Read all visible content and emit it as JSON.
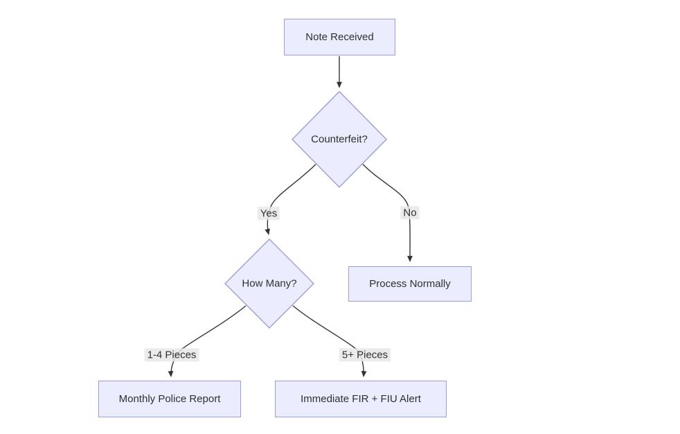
{
  "diagram": {
    "type": "flowchart",
    "direction": "top-down",
    "colors": {
      "background": "#ffffff",
      "node_fill": "#ececff",
      "node_border": "#9a9dd9",
      "edge": "#333333",
      "edge_label_bg": "#e8e8e8",
      "text": "#2f2f2f"
    },
    "nodes": [
      {
        "id": "note_received",
        "shape": "rect",
        "label": "Note Received"
      },
      {
        "id": "counterfeit",
        "shape": "diamond",
        "label": "Counterfeit?"
      },
      {
        "id": "how_many",
        "shape": "diamond",
        "label": "How Many?"
      },
      {
        "id": "process_normally",
        "shape": "rect",
        "label": "Process Normally"
      },
      {
        "id": "monthly_police_report",
        "shape": "rect",
        "label": "Monthly Police Report"
      },
      {
        "id": "immediate_fir_fiu_alert",
        "shape": "rect",
        "label": "Immediate FIR + FIU Alert"
      }
    ],
    "edges": [
      {
        "from": "note_received",
        "to": "counterfeit",
        "label": ""
      },
      {
        "from": "counterfeit",
        "to": "how_many",
        "label": "Yes"
      },
      {
        "from": "counterfeit",
        "to": "process_normally",
        "label": "No"
      },
      {
        "from": "how_many",
        "to": "monthly_police_report",
        "label": "1-4 Pieces"
      },
      {
        "from": "how_many",
        "to": "immediate_fir_fiu_alert",
        "label": "5+ Pieces"
      }
    ]
  }
}
